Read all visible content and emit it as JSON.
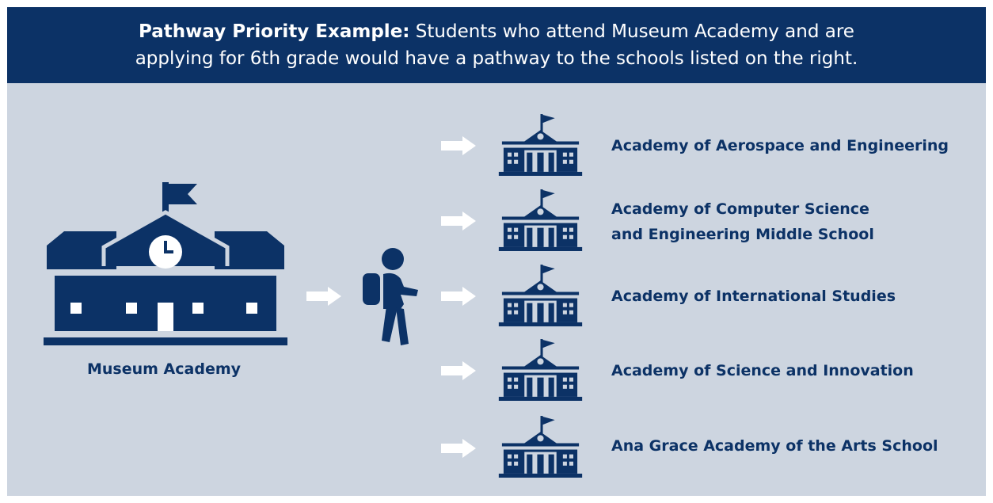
{
  "header": {
    "lead": "Pathway Priority Example:",
    "line1_rest": " Students who attend Museum Academy and are",
    "line2": "applying for 6th grade would have a pathway to the schools listed on the right."
  },
  "origin": {
    "label": "Museum Academy",
    "icon": "school-with-clock-icon"
  },
  "student": {
    "icon": "student-walking-icon"
  },
  "destinations": [
    {
      "lines": [
        "Academy of Aerospace and Engineering"
      ],
      "icon": "school-building-icon"
    },
    {
      "lines": [
        "Academy of Computer Science",
        "and Engineering Middle School"
      ],
      "icon": "school-building-icon"
    },
    {
      "lines": [
        "Academy of International Studies"
      ],
      "icon": "school-building-icon"
    },
    {
      "lines": [
        "Academy of Science and Innovation"
      ],
      "icon": "school-building-icon"
    },
    {
      "lines": [
        "Ana Grace Academy of the Arts School"
      ],
      "icon": "school-building-icon"
    }
  ],
  "colors": {
    "navy": "#0c3266",
    "panel": "#cdd5e0",
    "arrow": "#ffffff"
  }
}
